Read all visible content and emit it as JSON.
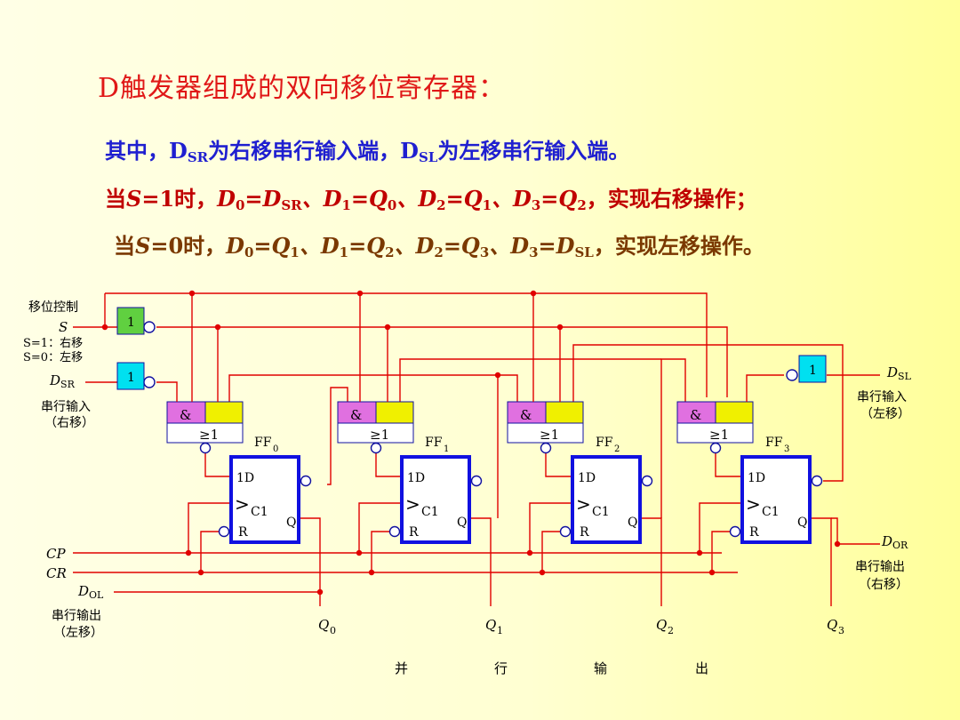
{
  "title": "D触发器组成的双向移位寄存器：",
  "line1": {
    "a": "其中，D",
    "a_sub": "SR",
    "b": "为右移串行输入端，D",
    "b_sub": "SL",
    "c": "为左移串行输入端。"
  },
  "line2": {
    "p1": "当",
    "s": "S",
    "p2": "=1时，",
    "t1": "D",
    "s1": "0",
    "t2": "=D",
    "s2": "SR",
    "t3": "、D",
    "s3": "1",
    "t4": "=Q",
    "s4": "0",
    "t5": "、D",
    "s5": "2",
    "t6": "=Q",
    "s6": "1",
    "t7": "、D",
    "s7": "3",
    "t8": "=Q",
    "s8": "2",
    "end": "，实现右移操作；"
  },
  "line3": {
    "p1": "当",
    "s": "S",
    "p2": "=0时，",
    "t1": "D",
    "s1": "0",
    "t2": "=Q",
    "s2": "1",
    "t3": "、D",
    "s3": "1",
    "t4": "=Q",
    "s4": "2",
    "t5": "、D",
    "s5": "2",
    "t6": "=Q",
    "s6": "3",
    "t7": "、D",
    "s7": "3",
    "t8": "=D",
    "s8": "SL",
    "end": "，实现左移操作。"
  },
  "diagram": {
    "shift_control": "移位控制",
    "s_label": "S",
    "s_eq1": "S=1：右移",
    "s_eq0": "S=0：左移",
    "dsr_d": "D",
    "dsr_sub": "SR",
    "dsr_desc1": "串行输入",
    "dsr_desc2": "（右移）",
    "dsl_d": "D",
    "dsl_sub": "SL",
    "dsl_desc1": "串行输入",
    "dsl_desc2": "（左移）",
    "dor_d": "D",
    "dor_sub": "OR",
    "dor_desc1": "串行输出",
    "dor_desc2": "（右移）",
    "dol_d": "D",
    "dol_sub": "OL",
    "dol_desc1": "串行输出",
    "dol_desc2": "（左移）",
    "cp": "CP",
    "cr": "CR",
    "inverter": "1",
    "and_label": "&",
    "or_label": "≥1",
    "ff_prefix": "FF",
    "ff_subs": [
      "0",
      "1",
      "2",
      "3"
    ],
    "pin_1d": "1D",
    "pin_c1": "C1",
    "pin_r": "R",
    "pin_q": "Q",
    "out_q": "Q",
    "out_subs": [
      "0",
      "1",
      "2",
      "3"
    ],
    "parallel": [
      "并",
      "行",
      "输",
      "出"
    ]
  },
  "colors": {
    "title": "#e01818",
    "line1": "#1f1fd0",
    "line2": "#c00000",
    "line3": "#7a3800",
    "wire": "#e00000",
    "ff_border": "#1010e0",
    "and_fill": "#e070e0",
    "or_accent": "#f0f000",
    "inv_cyan": "#00e0f0",
    "inv_green": "#60d040"
  }
}
